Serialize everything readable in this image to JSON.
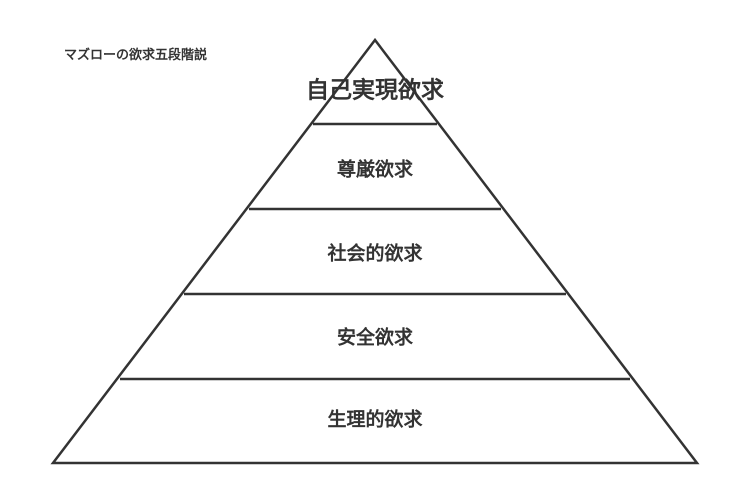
{
  "title": "マズローの欲求五段階説",
  "colors": {
    "stroke": "#333333",
    "text": "#333333",
    "background": "#ffffff"
  },
  "levels": [
    {
      "label": "自己実現欲求"
    },
    {
      "label": "尊厳欲求"
    },
    {
      "label": "社会的欲求"
    },
    {
      "label": "安全欲求"
    },
    {
      "label": "生理的欲求"
    }
  ]
}
